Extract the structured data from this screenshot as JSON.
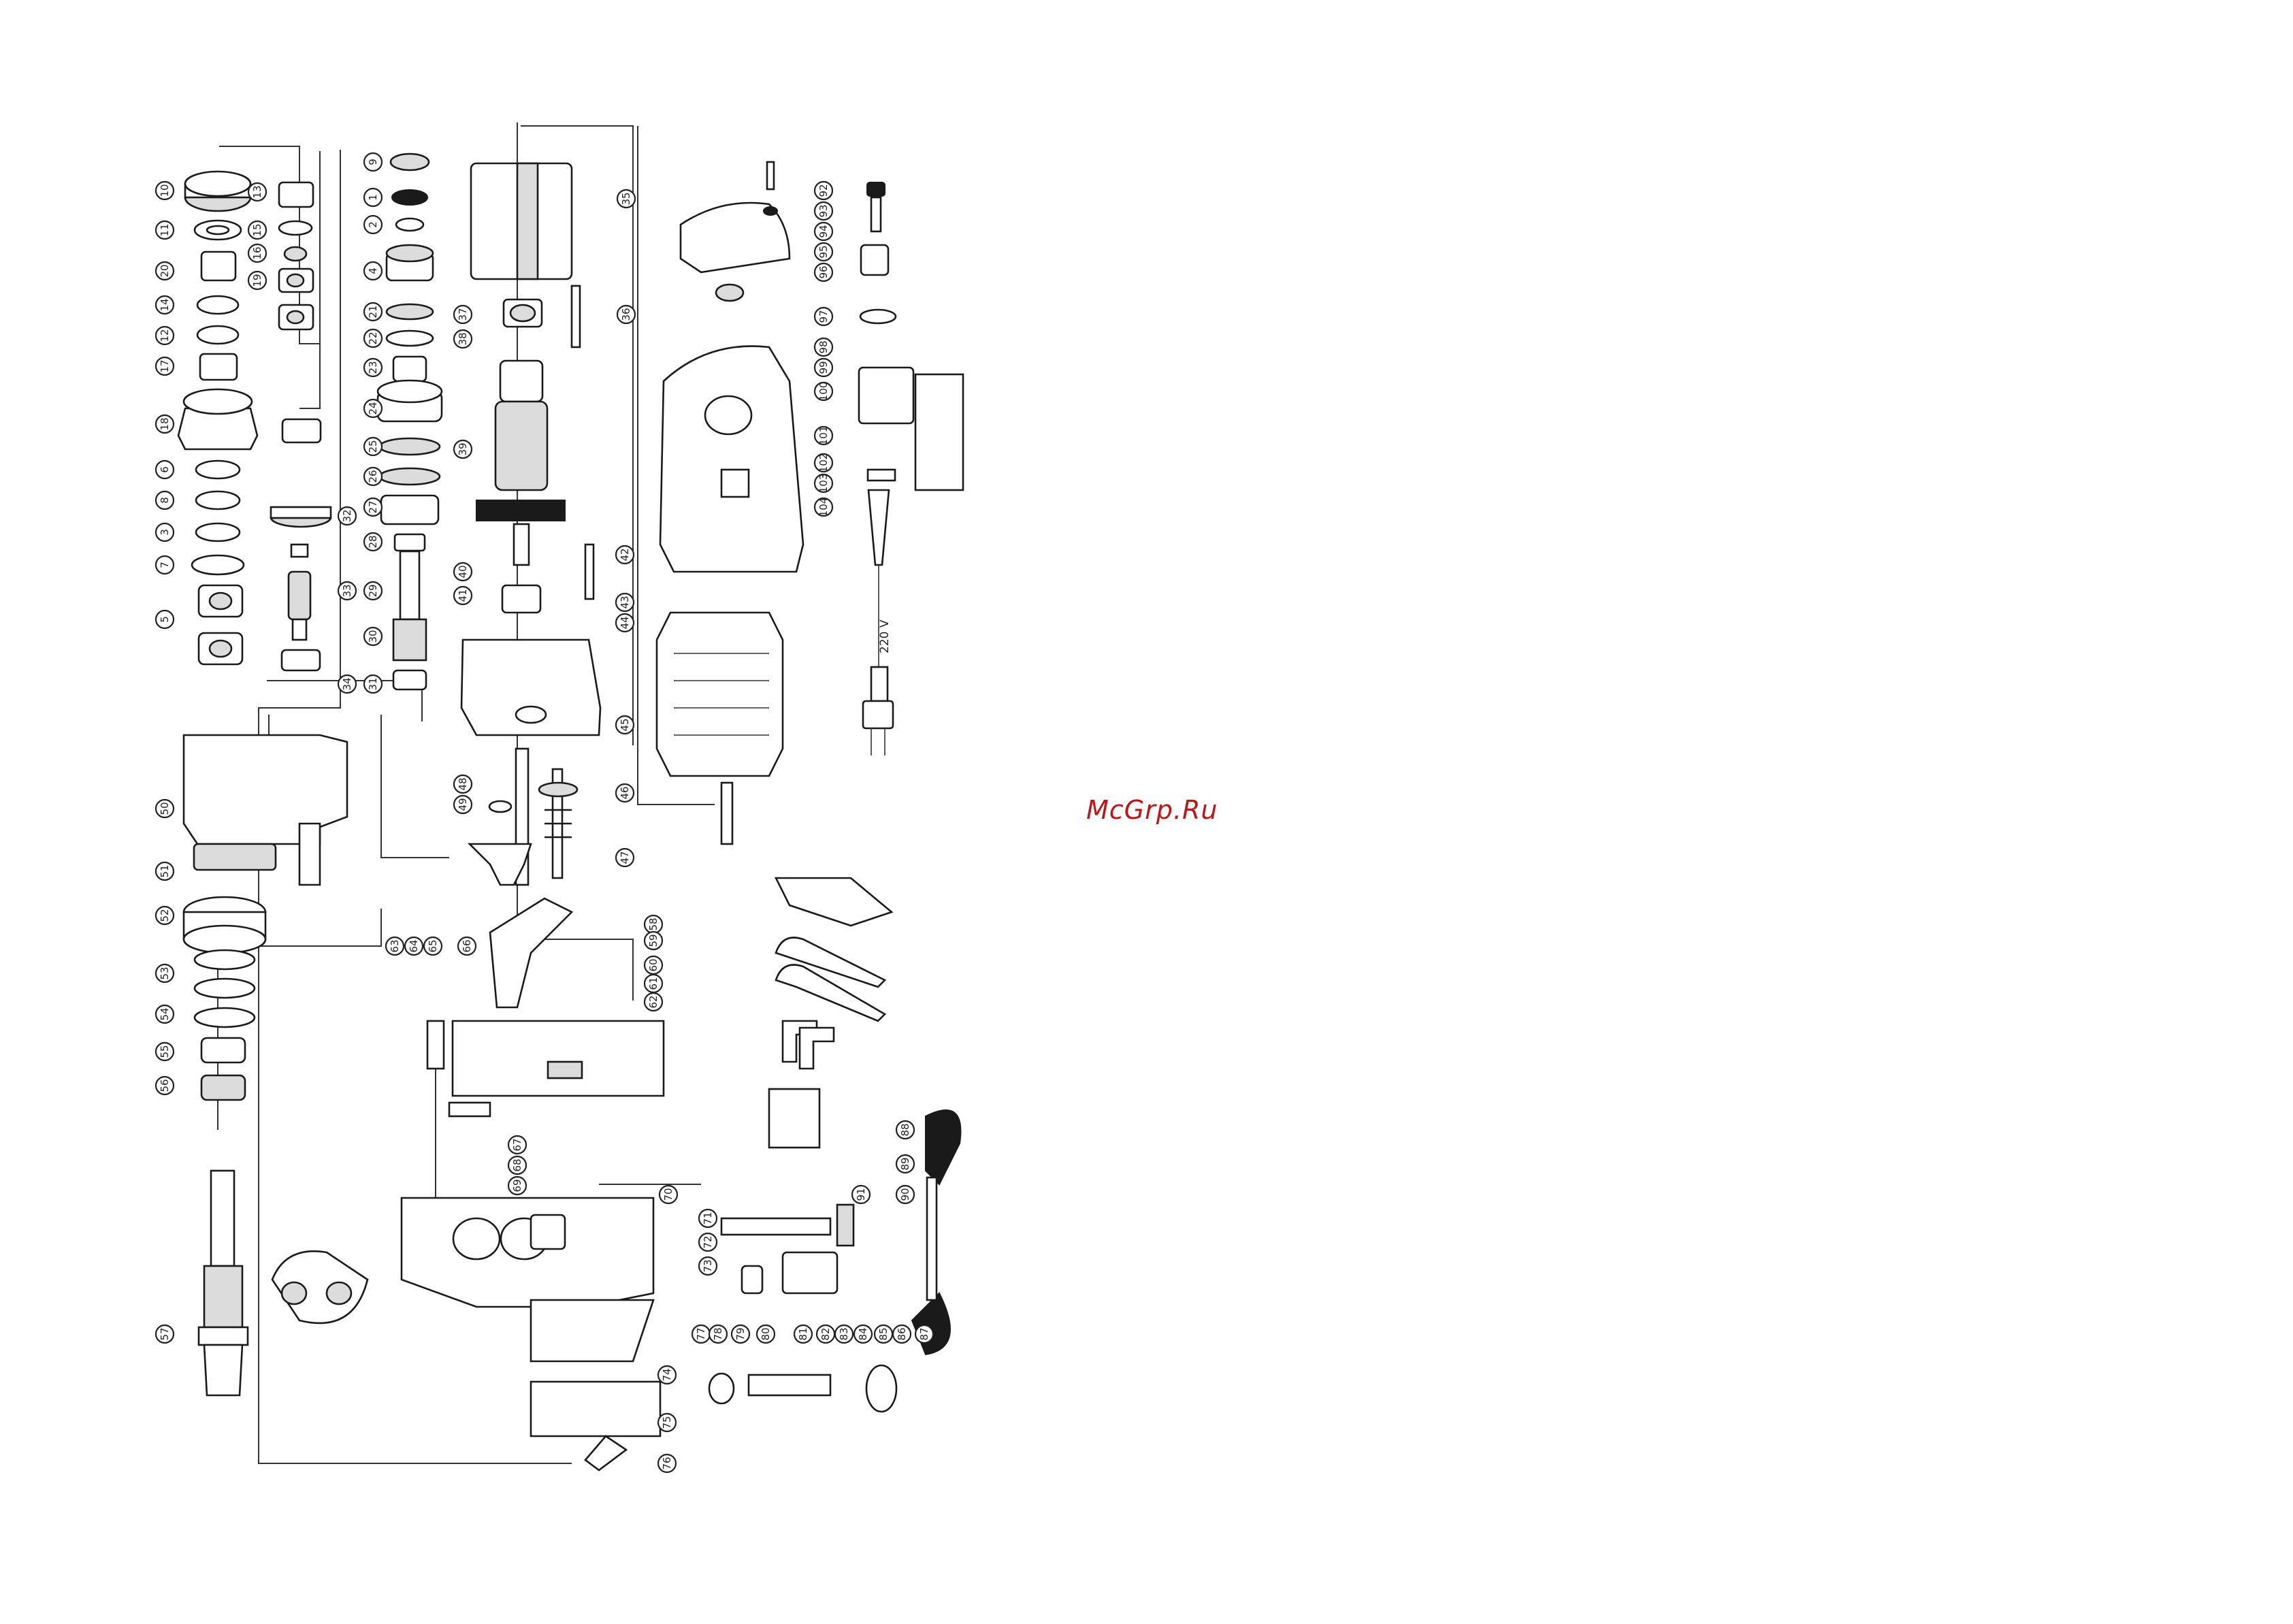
{
  "watermark": "McGrp.Ru",
  "voltage_label": "220 V",
  "callouts": [
    "10",
    "13",
    "11",
    "15",
    "20",
    "16",
    "14",
    "19",
    "12",
    "17",
    "18",
    "6",
    "8",
    "3",
    "7",
    "5",
    "9",
    "1",
    "2",
    "4",
    "21",
    "22",
    "23",
    "24",
    "25",
    "26",
    "27",
    "28",
    "29",
    "30",
    "31",
    "32",
    "33",
    "34",
    "35",
    "36",
    "37",
    "38",
    "39",
    "40",
    "41",
    "42",
    "43",
    "44",
    "45",
    "46",
    "47",
    "48",
    "49",
    "50",
    "51",
    "52",
    "53",
    "54",
    "55",
    "56",
    "57",
    "58",
    "59",
    "60",
    "61",
    "62",
    "63",
    "64",
    "65",
    "66",
    "67",
    "68",
    "69",
    "70",
    "71",
    "72",
    "73",
    "74",
    "75",
    "76",
    "77",
    "78",
    "79",
    "80",
    "81",
    "82",
    "83",
    "84",
    "85",
    "86",
    "87",
    "88",
    "89",
    "90",
    "91",
    "92",
    "93",
    "94",
    "95",
    "96",
    "97",
    "98",
    "99",
    "100",
    "101",
    "102",
    "103",
    "104"
  ]
}
